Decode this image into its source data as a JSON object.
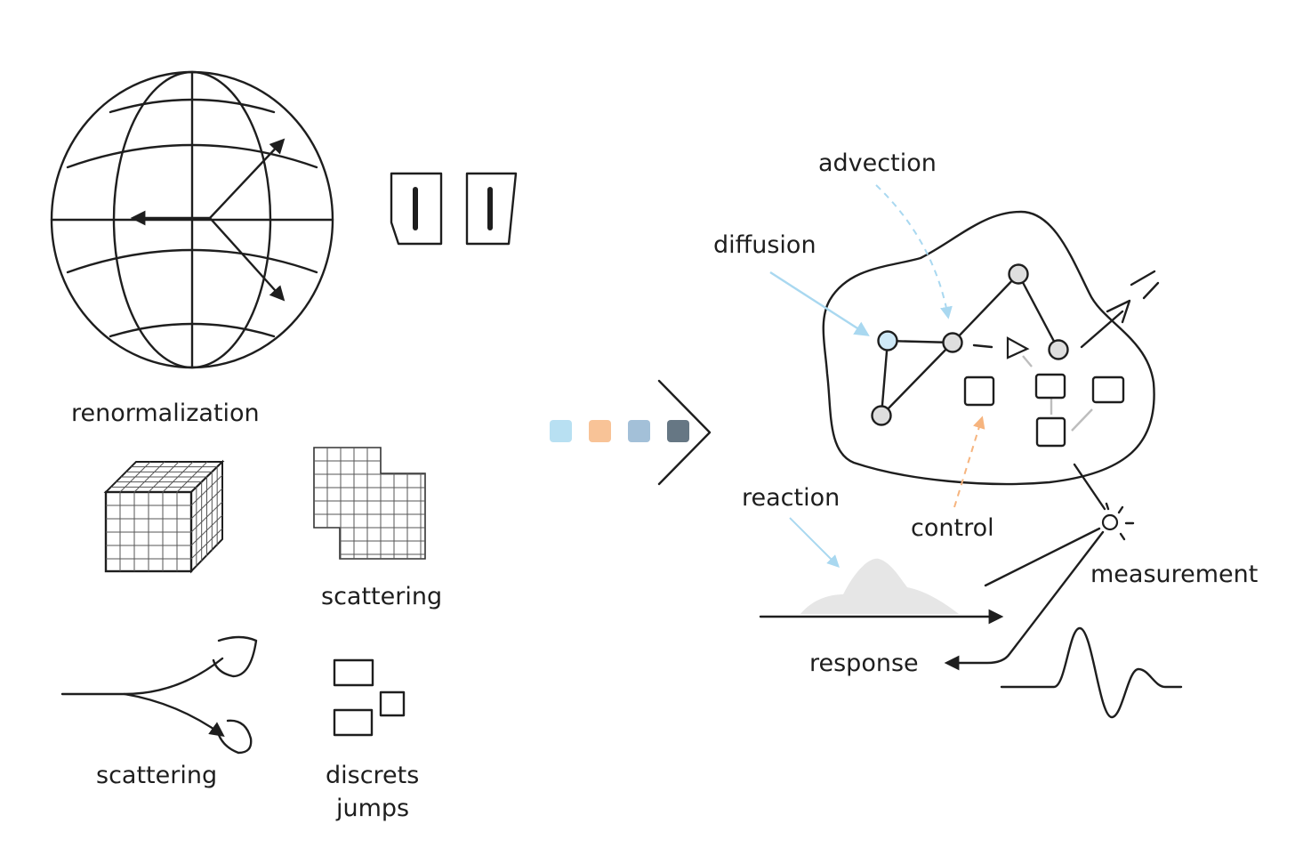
{
  "labels": {
    "renormalization": "renormalization",
    "scattering_top": "scattering",
    "scattering_bottom": "scattering",
    "discrete_jumps_line1": "discrets",
    "discrete_jumps_line2": "jumps",
    "advection": "advection",
    "diffusion": "diffusion",
    "reaction": "reaction",
    "control": "control",
    "measurement": "measurement",
    "response": "response"
  },
  "colors": {
    "ink": "#1e1e1e",
    "light_blue": "#a9d8f0",
    "orange": "#f6b47e",
    "steel_blue": "#98b9d4",
    "slate": "#5f6f7c",
    "node_fill": "#dedede",
    "node_highlight": "#cfe9f7",
    "mound": "#e6e6e6",
    "faint_edge": "#bdbdbd"
  },
  "swatches": [
    {
      "name": "light-blue-swatch",
      "color": "#b8e0f2"
    },
    {
      "name": "orange-swatch",
      "color": "#f8c397"
    },
    {
      "name": "steel-blue-swatch",
      "color": "#a3c0d8"
    },
    {
      "name": "slate-swatch",
      "color": "#667784"
    }
  ]
}
